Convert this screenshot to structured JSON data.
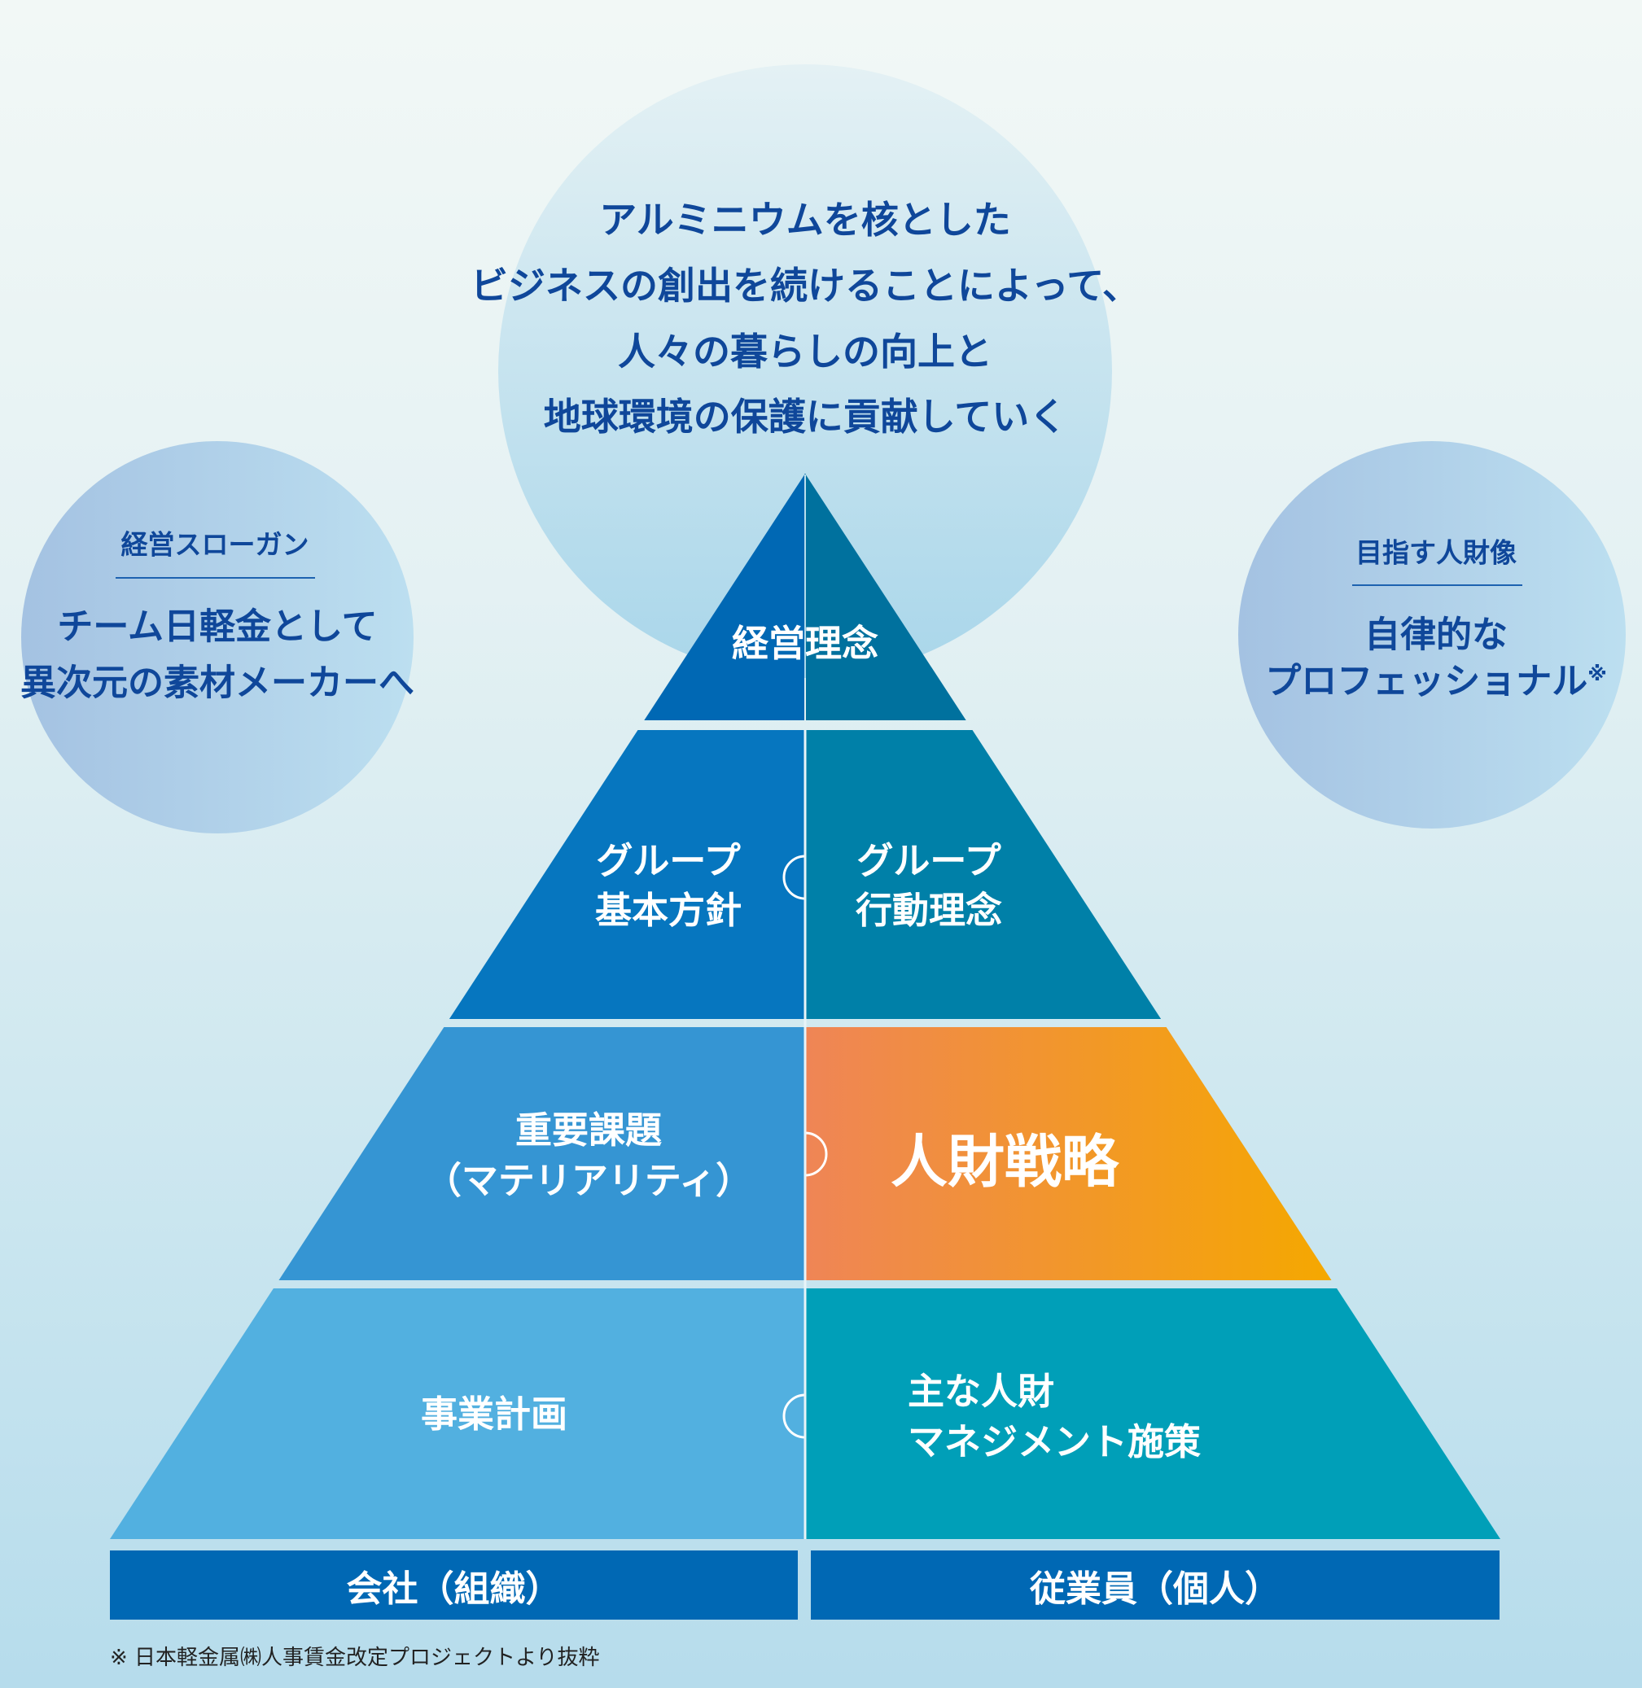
{
  "philosophy": {
    "lines": [
      "アルミニウムを核とした",
      "ビジネスの創出を続けることによって、",
      "人々の暮らしの向上と",
      "地球環境の保護に貢献していく"
    ]
  },
  "slogan": {
    "heading": "経営スローガン",
    "lines": [
      "チーム日軽金として",
      "異次元の素材メーカーへ"
    ]
  },
  "ideal_person": {
    "heading": "目指す人財像",
    "lines": [
      "自律的な",
      "プロフェッショナル"
    ],
    "note_mark": "※"
  },
  "pyramid": {
    "tier1": "経営理念",
    "tier2_left": [
      "グループ",
      "基本方針"
    ],
    "tier2_right": [
      "グループ",
      "行動理念"
    ],
    "tier3_left": [
      "重要課題",
      "（マテリアリティ）"
    ],
    "tier3_right": "人財戦略",
    "tier4_left": "事業計画",
    "tier4_right": [
      "主な人財",
      "マネジメント施策"
    ]
  },
  "bars": {
    "left": "会社（組織）",
    "right": "従業員（個人）"
  },
  "footnote": "※ 日本軽金属㈱人事賃金改定プロジェクトより抜粋",
  "colors": {
    "accent_blue": "#0068b4",
    "text_blue": "#0f479a",
    "orange_start": "#ef8556",
    "orange_end": "#f5a800"
  }
}
